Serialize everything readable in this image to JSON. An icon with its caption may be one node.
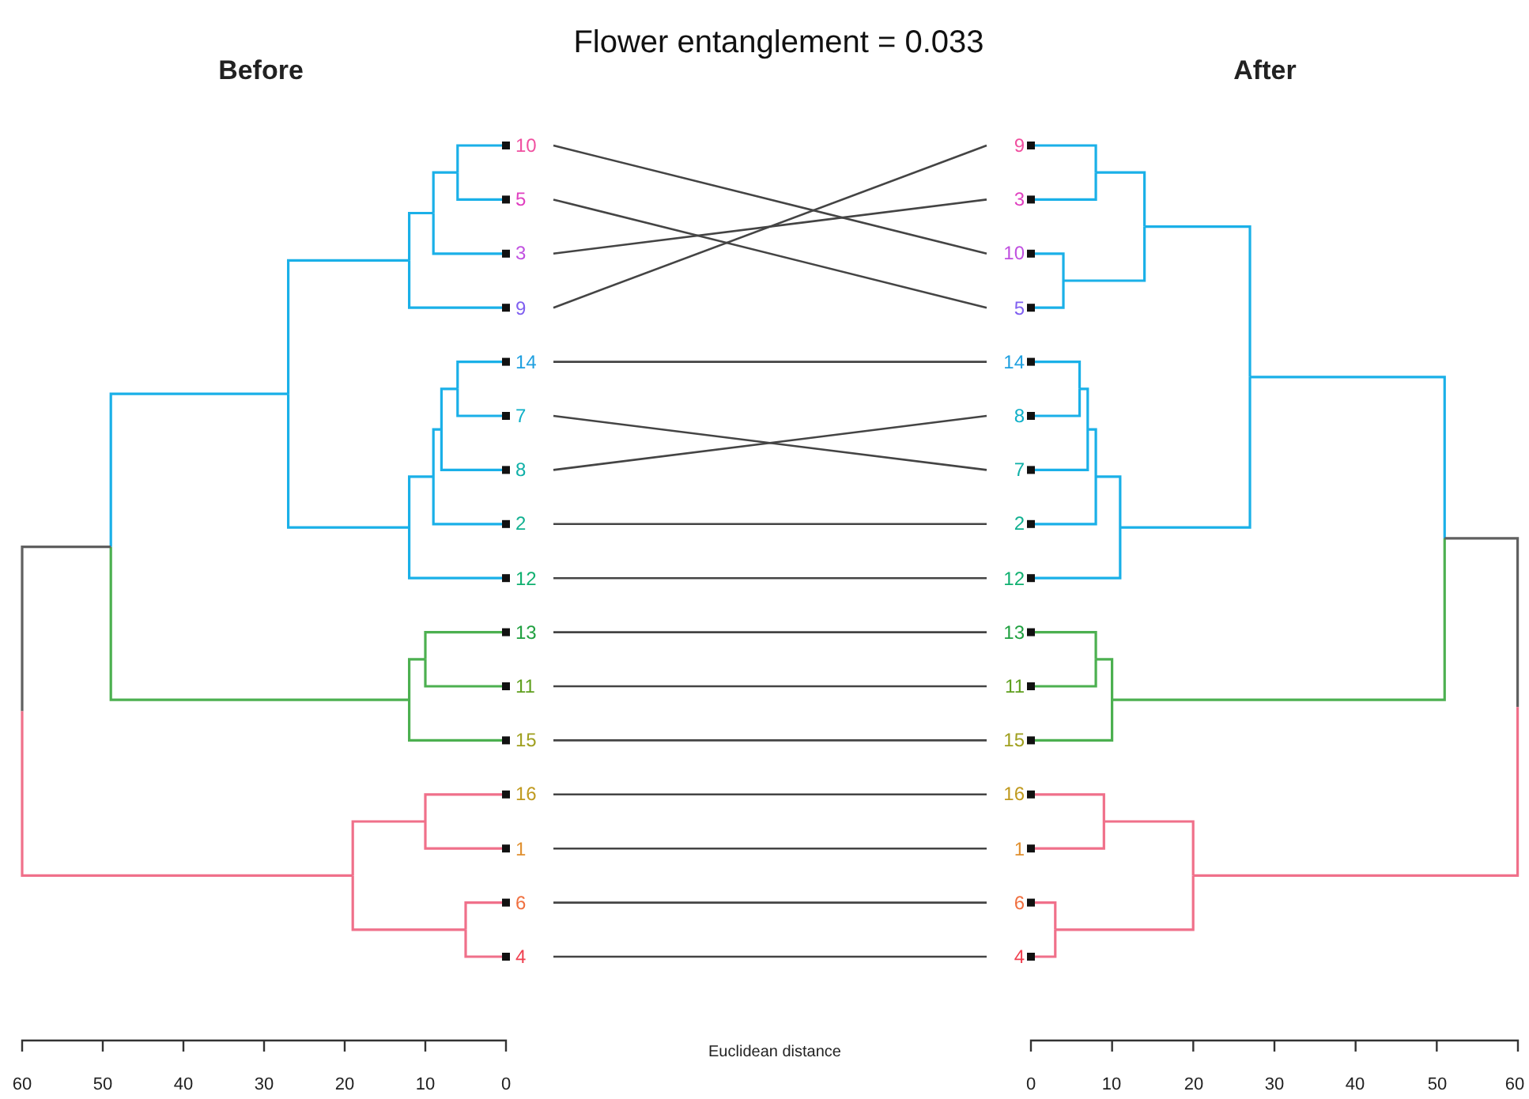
{
  "diagram": {
    "title": "Flower entanglement = 0.033",
    "nodes": [
      {
        "text": [
          "10"
        ]
      },
      {
        "text": [
          "5"
        ]
      },
      {
        "text": [
          "3"
        ]
      },
      {
        "text": [
          "9"
        ]
      },
      {
        "text": [
          "14"
        ]
      },
      {
        "text": [
          "7"
        ]
      },
      {
        "text": [
          "8"
        ]
      },
      {
        "text": [
          "2"
        ]
      },
      {
        "text": [
          "12"
        ]
      },
      {
        "text": [
          "13"
        ]
      },
      {
        "text": [
          "11"
        ]
      },
      {
        "text": [
          "15"
        ]
      },
      {
        "text": [
          "16"
        ]
      },
      {
        "text": [
          "1"
        ]
      },
      {
        "text": [
          "6"
        ]
      },
      {
        "text": [
          "4"
        ]
      },
      {
        "text": [
          "9"
        ]
      },
      {
        "text": [
          "3"
        ]
      },
      {
        "text": [
          "10"
        ]
      },
      {
        "text": [
          "5"
        ]
      },
      {
        "text": [
          "14"
        ]
      },
      {
        "text": [
          "8"
        ]
      },
      {
        "text": [
          "7"
        ]
      },
      {
        "text": [
          "2"
        ]
      },
      {
        "text": [
          "12"
        ]
      },
      {
        "text": [
          "13"
        ]
      },
      {
        "text": [
          "11"
        ]
      },
      {
        "text": [
          "15"
        ]
      },
      {
        "text": [
          "16"
        ]
      },
      {
        "text": [
          "1"
        ]
      },
      {
        "text": [
          "6"
        ]
      },
      {
        "text": [
          "4"
        ]
      }
    ],
    "edges": [
      {
        "from": 0,
        "to": 18,
        "arrow": "none"
      },
      {
        "from": 1,
        "to": 19,
        "arrow": "none"
      },
      {
        "from": 2,
        "to": 17,
        "arrow": "none"
      },
      {
        "from": 3,
        "to": 16,
        "arrow": "none"
      },
      {
        "from": 4,
        "to": 20,
        "arrow": "none"
      },
      {
        "from": 5,
        "to": 22,
        "arrow": "none"
      },
      {
        "from": 6,
        "to": 21,
        "arrow": "none"
      },
      {
        "from": 7,
        "to": 23,
        "arrow": "none"
      },
      {
        "from": 8,
        "to": 24,
        "arrow": "none"
      },
      {
        "from": 9,
        "to": 25,
        "arrow": "none"
      },
      {
        "from": 10,
        "to": 26,
        "arrow": "none"
      },
      {
        "from": 11,
        "to": 27,
        "arrow": "none"
      },
      {
        "from": 12,
        "to": 28,
        "arrow": "none"
      },
      {
        "from": 13,
        "to": 29,
        "arrow": "none"
      },
      {
        "from": 14,
        "to": 30,
        "arrow": "none"
      },
      {
        "from": 15,
        "to": 31,
        "arrow": "none"
      }
    ],
    "labels": [
      "Before",
      "After",
      "60",
      "50",
      "40",
      "30",
      "20",
      "10",
      "0",
      "Euclidean distance",
      "0",
      "10",
      "20",
      "30",
      "40",
      "50",
      "60"
    ]
  }
}
